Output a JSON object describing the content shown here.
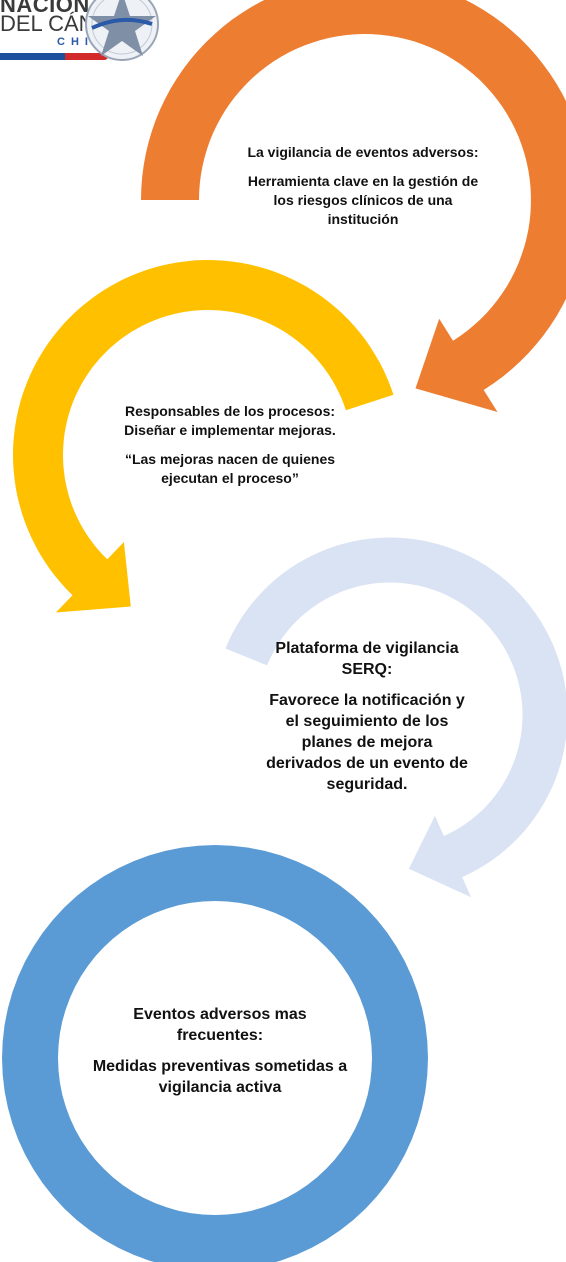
{
  "logo": {
    "line1": "NACIONAL",
    "line2": "DEL CÁNCER",
    "line3": "CHILE",
    "seal_icon": "accreditation-star-seal-icon",
    "colors": {
      "blue": "#1e4f9c",
      "red": "#d22a2a",
      "seal": "#7f8fa6"
    }
  },
  "steps": [
    {
      "title": "La vigilancia de eventos adversos:",
      "body": "Herramienta clave en la gestión de los riesgos clínicos de una institución",
      "color": "#ed7d31"
    },
    {
      "title": "Responsables de los procesos: Diseñar e implementar mejoras.",
      "body": "“Las mejoras nacen de quienes ejecutan el proceso”",
      "color": "#ffc000"
    },
    {
      "title": "Plataforma de vigilancia SERQ:",
      "body": "Favorece la notificación y el seguimiento de los planes de mejora derivados de un evento de seguridad.",
      "color": "#dae3f3"
    },
    {
      "title": "Eventos adversos mas frecuentes:",
      "body": "Medidas preventivas sometidas a vigilancia activa",
      "color": "#5b9bd5"
    }
  ]
}
